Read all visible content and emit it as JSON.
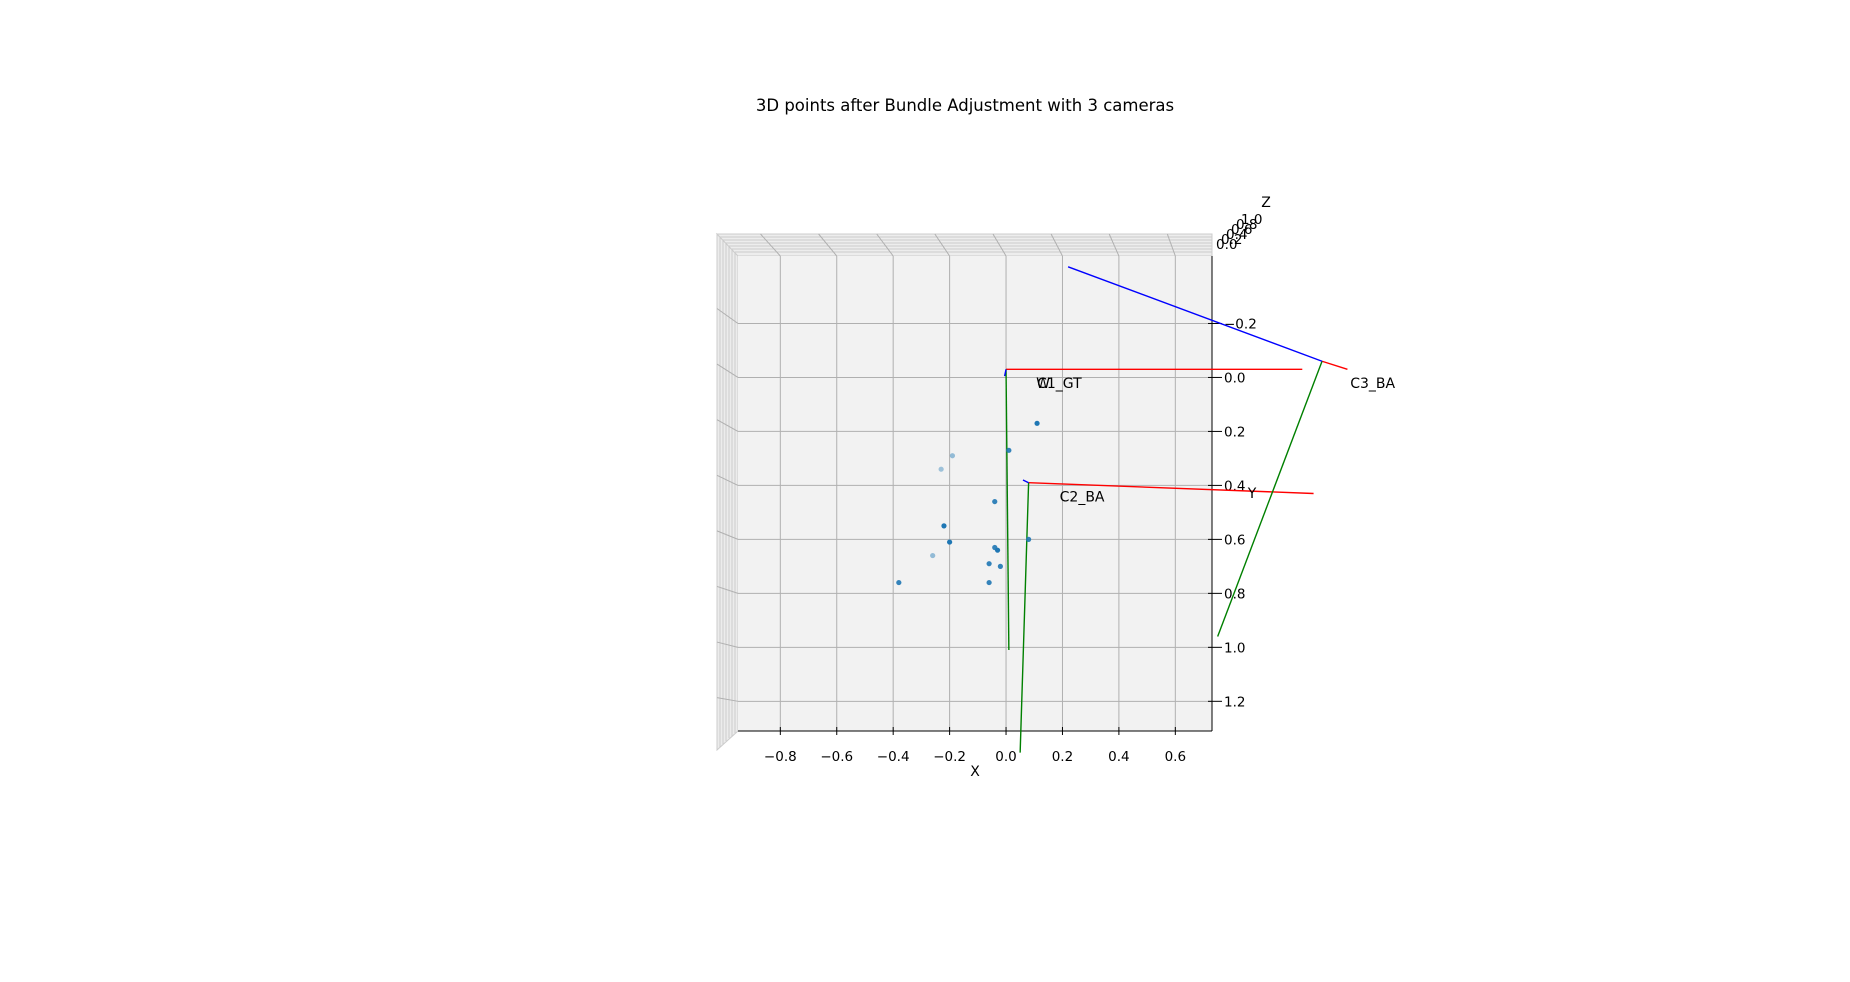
{
  "chart_data": {
    "type": "scatter",
    "title": "3D points after Bundle Adjustment with 3 cameras",
    "xlabel": "X",
    "ylabel": "Y",
    "zlabel": "Z",
    "xlim": [
      -0.95,
      0.73
    ],
    "ylim": [
      -0.45,
      1.31
    ],
    "grid": true,
    "x_ticks": [
      "−0.8",
      "−0.6",
      "−0.4",
      "−0.2",
      "0.0",
      "0.2",
      "0.4",
      "0.6"
    ],
    "x_tick_values": [
      -0.8,
      -0.6,
      -0.4,
      -0.2,
      0.0,
      0.2,
      0.4,
      0.6
    ],
    "y_ticks": [
      "−0.2",
      "0.0",
      "0.2",
      "0.4",
      "0.6",
      "0.8",
      "1.0",
      "1.2"
    ],
    "y_tick_values": [
      -0.2,
      0.0,
      0.2,
      0.4,
      0.6,
      0.8,
      1.0,
      1.2
    ],
    "z_ticks": [
      "0.0",
      "0.2",
      "0.4",
      "0.6",
      "0.8",
      "1.0"
    ],
    "points": {
      "color": "#1f77b4",
      "x": [
        0.11,
        0.01,
        -0.19,
        -0.23,
        -0.04,
        -0.22,
        -0.2,
        -0.04,
        -0.03,
        -0.26,
        -0.06,
        -0.02,
        -0.38,
        -0.06,
        0.08
      ],
      "y": [
        0.17,
        0.27,
        0.29,
        0.34,
        0.46,
        0.55,
        0.61,
        0.63,
        0.64,
        0.66,
        0.69,
        0.7,
        0.76,
        0.76,
        0.6
      ],
      "alpha": [
        1,
        0.9,
        0.45,
        0.4,
        0.9,
        1,
        1,
        0.9,
        1,
        0.45,
        0.9,
        0.9,
        0.9,
        0.9,
        0.9
      ]
    },
    "cameras": [
      {
        "label": "C1_GT",
        "label_pos": [
          0.11,
          0.04
        ],
        "x_axis": [
          [
            0.0,
            -0.03
          ],
          [
            1.05,
            -0.03
          ]
        ],
        "y_axis": [
          [
            0.0,
            -0.03
          ],
          [
            0.01,
            1.01
          ]
        ],
        "z_axis": [
          [
            0.0,
            -0.03
          ],
          [
            -0.005,
            -0.005
          ]
        ]
      },
      {
        "label": "C2_BA",
        "label_pos": [
          0.19,
          0.46
        ],
        "x_axis": [
          [
            0.08,
            0.39
          ],
          [
            1.09,
            0.43
          ]
        ],
        "y_axis": [
          [
            0.08,
            0.39
          ],
          [
            0.05,
            1.39
          ]
        ],
        "z_axis": [
          [
            0.08,
            0.39
          ],
          [
            0.06,
            0.38
          ]
        ]
      },
      {
        "label": "C3_BA",
        "label_pos": [
          1.22,
          0.04
        ],
        "x_axis": [
          [
            1.12,
            -0.06
          ],
          [
            1.21,
            -0.03
          ]
        ],
        "y_axis": [
          [
            1.12,
            -0.06
          ],
          [
            0.75,
            0.96
          ]
        ],
        "z_axis": [
          [
            1.12,
            -0.06
          ],
          [
            0.22,
            -0.41
          ]
        ]
      }
    ],
    "camera_axis_colors": {
      "x": "#ff0000",
      "y": "#008000",
      "z": "#0000ff"
    },
    "camera_label_extra": "W"
  }
}
